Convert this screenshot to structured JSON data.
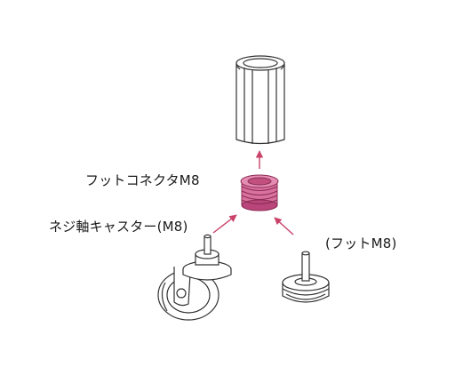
{
  "labels": {
    "foot_connector": "フットコネクタM8",
    "screw_caster": "ネジ軸キャスター(M8)",
    "foot": "(フットM8)"
  },
  "colors": {
    "connector_fill": "#d9709d",
    "connector_shade": "#b9457a",
    "arrow": "#c9426a",
    "line": "#333333"
  }
}
